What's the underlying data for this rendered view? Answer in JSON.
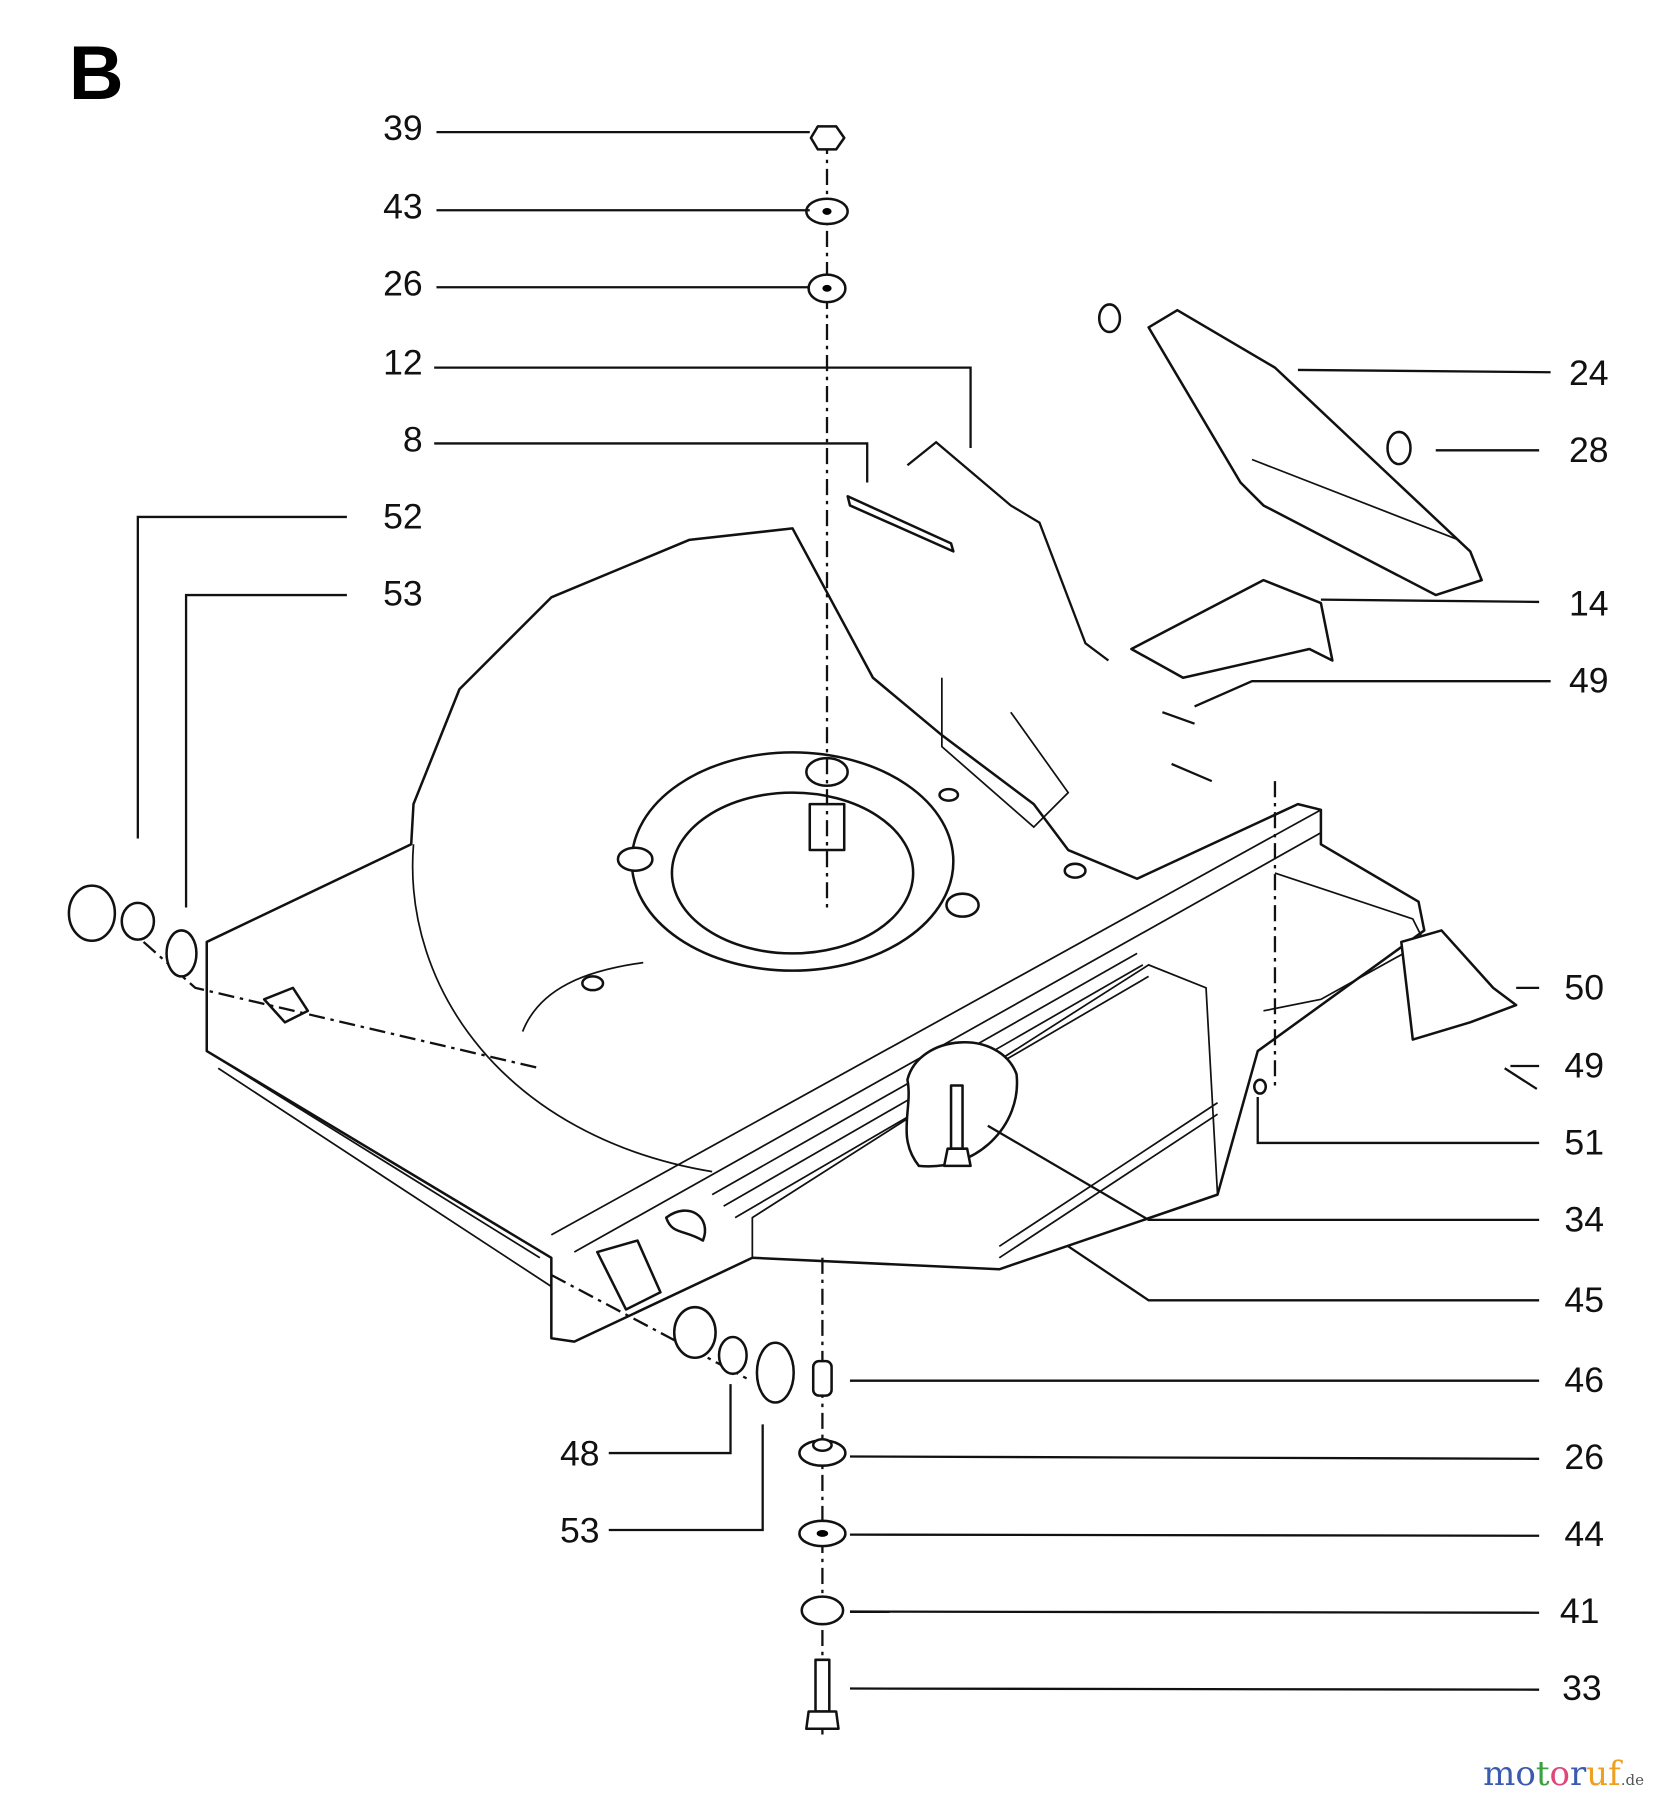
{
  "section_letter": "B",
  "callouts": [
    {
      "part": "39"
    },
    {
      "part": "43"
    },
    {
      "part": "26"
    },
    {
      "part": "12"
    },
    {
      "part": "8"
    },
    {
      "part": "52"
    },
    {
      "part": "53"
    },
    {
      "part": "24"
    },
    {
      "part": "28"
    },
    {
      "part": "14"
    },
    {
      "part": "49"
    },
    {
      "part": "50"
    },
    {
      "part": "49"
    },
    {
      "part": "51"
    },
    {
      "part": "34"
    },
    {
      "part": "45"
    },
    {
      "part": "46"
    },
    {
      "part": "26"
    },
    {
      "part": "44"
    },
    {
      "part": "41"
    },
    {
      "part": "33"
    },
    {
      "part": "48"
    },
    {
      "part": "53"
    }
  ],
  "watermark": {
    "letters": [
      "m",
      "o",
      "t",
      "o",
      "r",
      "u",
      "f"
    ],
    "colors": [
      "#3a5bb0",
      "#3a5bb0",
      "#3aa040",
      "#e0457b",
      "#3a5bb0",
      "#f0a020",
      "#f0a020"
    ],
    "suffix": ".de"
  }
}
